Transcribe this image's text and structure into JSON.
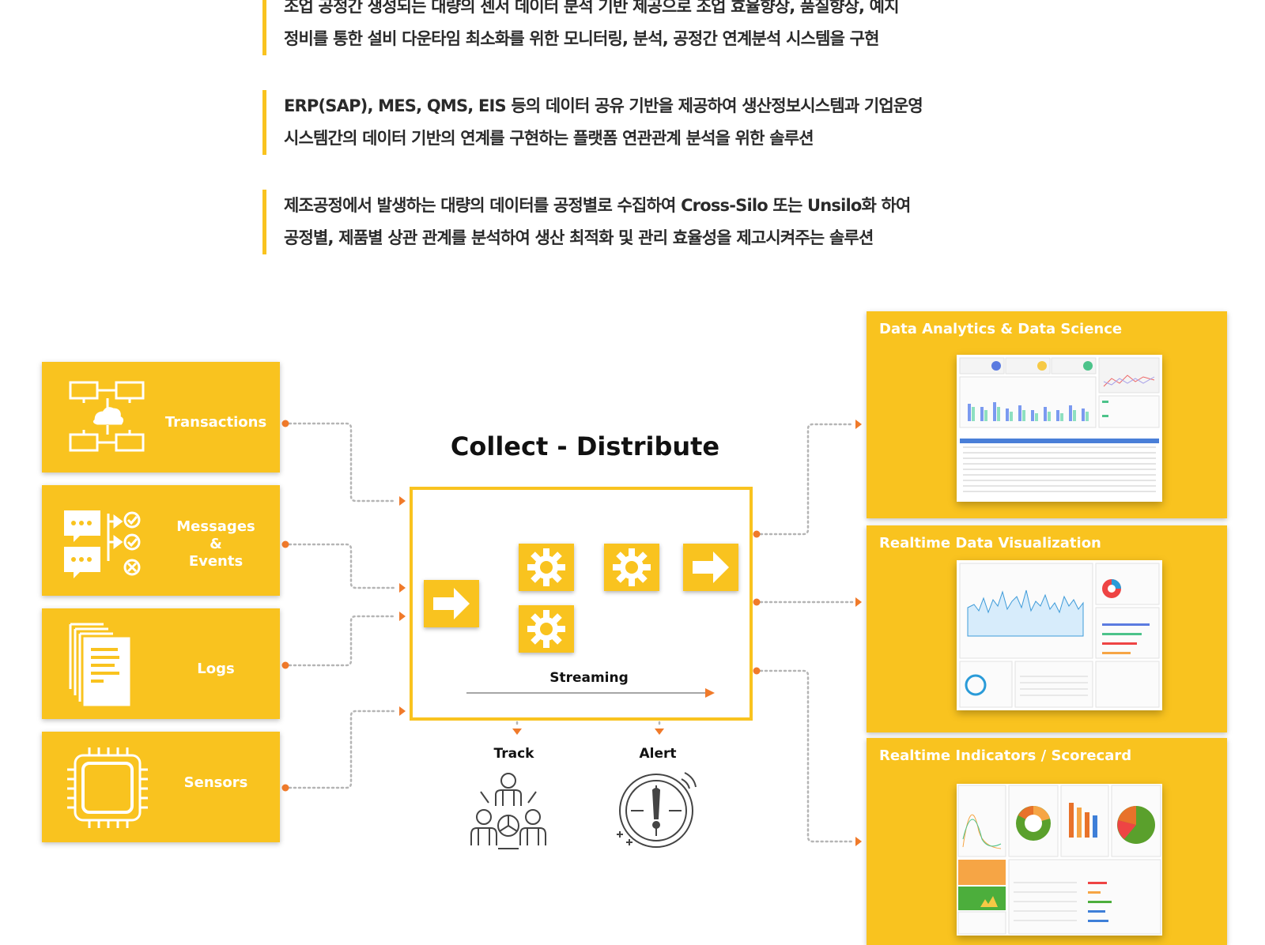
{
  "intro": {
    "paragraphs": [
      {
        "line1": "조업 공정간 생성되는 대량의 센서 데이터 분석 기반 제공으로 조업 효율향상, 품질향상, 예지",
        "line2": "정비를 통한 설비 다운타임 최소화를 위한 모니터링, 분석, 공정간 연계분석 시스템을 구현"
      },
      {
        "line1": "ERP(SAP), MES, QMS, EIS 등의 데이터 공유 기반을 제공하여 생산정보시스템과 기업운영",
        "line2": "시스템간의 데이터 기반의 연계를 구현하는 플랫폼 연관관계 분석을 위한 솔루션"
      },
      {
        "line1": "제조공정에서 발생하는 대량의 데이터를 공정별로 수집하여 Cross-Silo 또는 Unsilo화 하여",
        "line2": "공정별, 제품별 상관 관계를 분석하여 생산 최적화 및 관리 효율성을 제고시켜주는 솔루션"
      }
    ]
  },
  "sources": {
    "transactions": {
      "label": "Transactions",
      "icon": "network-cloud-icon"
    },
    "messages": {
      "label_1": "Messages",
      "label_2": "&",
      "label_3": "Events",
      "icon": "chat-check-icon"
    },
    "logs": {
      "label": "Logs",
      "icon": "documents-icon"
    },
    "sensors": {
      "label": "Sensors",
      "icon": "chip-icon"
    }
  },
  "center": {
    "title": "Collect - Distribute",
    "streaming": "Streaming",
    "track": "Track",
    "alert": "Alert"
  },
  "outputs": {
    "analytics": {
      "title": "Data Analytics & Data Science"
    },
    "visualization": {
      "title": "Realtime Data Visualization"
    },
    "indicators": {
      "title": "Realtime Indicators / Scorecard"
    }
  },
  "colors": {
    "accent": "#f9c31f",
    "connector": "#f07a2a",
    "dots": "#b5b5b5"
  }
}
